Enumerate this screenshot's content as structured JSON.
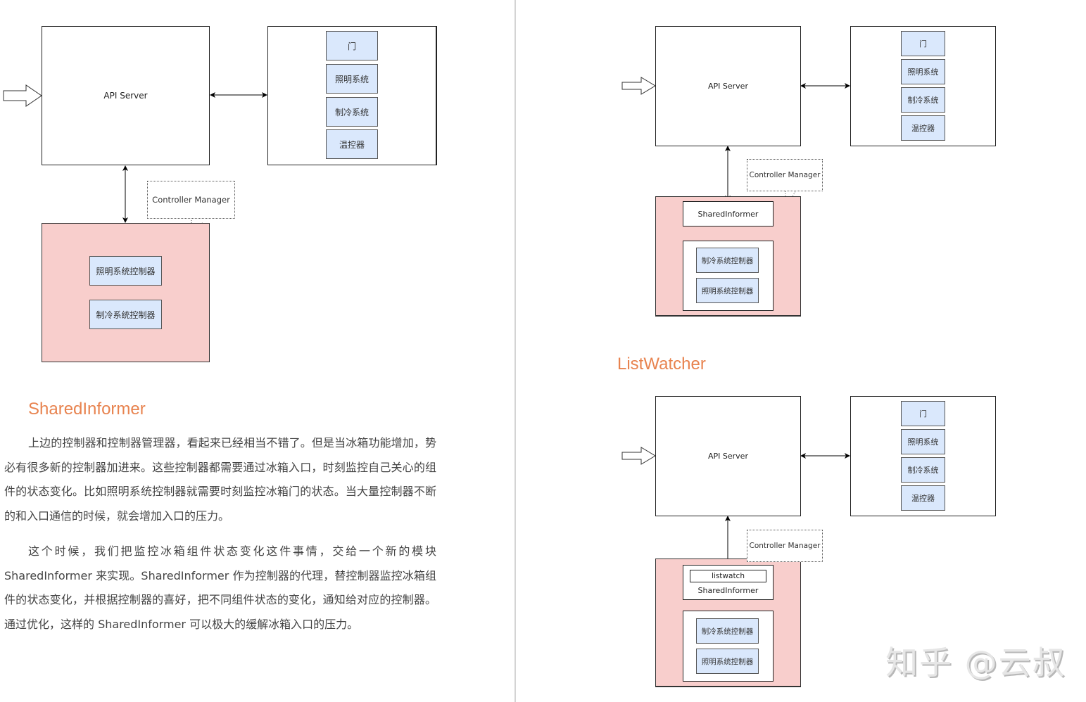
{
  "left_diagram": {
    "api_server": "API Server",
    "fridge_components": [
      "门",
      "照明系统",
      "制冷系统",
      "温控器"
    ],
    "callout": "Controller Manager",
    "controllers": [
      "照明系统控制器",
      "制冷系统控制器"
    ]
  },
  "shared_informer_section": {
    "heading": "SharedInformer",
    "paragraphs": [
      "上边的控制器和控制器管理器，看起来已经相当不错了。但是当冰箱功能增加，势必有很多新的控制器加进来。这些控制器都需要通过冰箱入口，时刻监控自己关心的组件的状态变化。比如照明系统控制器就需要时刻监控冰箱门的状态。当大量控制器不断的和入口通信的时候，就会增加入口的压力。",
      "这个时候，我们把监控冰箱组件状态变化这件事情，交给一个新的模块 SharedInformer 来实现。SharedInformer 作为控制器的代理，替控制器监控冰箱组件的状态变化，并根据控制器的喜好，把不同组件状态的变化，通知给对应的控制器。通过优化，这样的 SharedInformer 可以极大的缓解冰箱入口的压力。"
    ]
  },
  "right_top_diagram": {
    "api_server": "API Server",
    "fridge_components": [
      "门",
      "照明系统",
      "制冷系统",
      "温控器"
    ],
    "callout": "Controller Manager",
    "shared_informer": "SharedInformer",
    "controllers": [
      "制冷系统控制器",
      "照明系统控制器"
    ]
  },
  "list_watcher_section": {
    "heading": "ListWatcher"
  },
  "right_bottom_diagram": {
    "api_server": "API Server",
    "fridge_components": [
      "门",
      "照明系统",
      "制冷系统",
      "温控器"
    ],
    "callout": "Controller Manager",
    "listwatch": "listwatch",
    "shared_informer": "SharedInformer",
    "controllers": [
      "制冷系统控制器",
      "照明系统控制器"
    ]
  },
  "watermark": "知乎 @云叔",
  "colors": {
    "heading": "#e8834f",
    "component_fill": "#dae8fc",
    "controller_manager_fill": "#f8cecc"
  }
}
